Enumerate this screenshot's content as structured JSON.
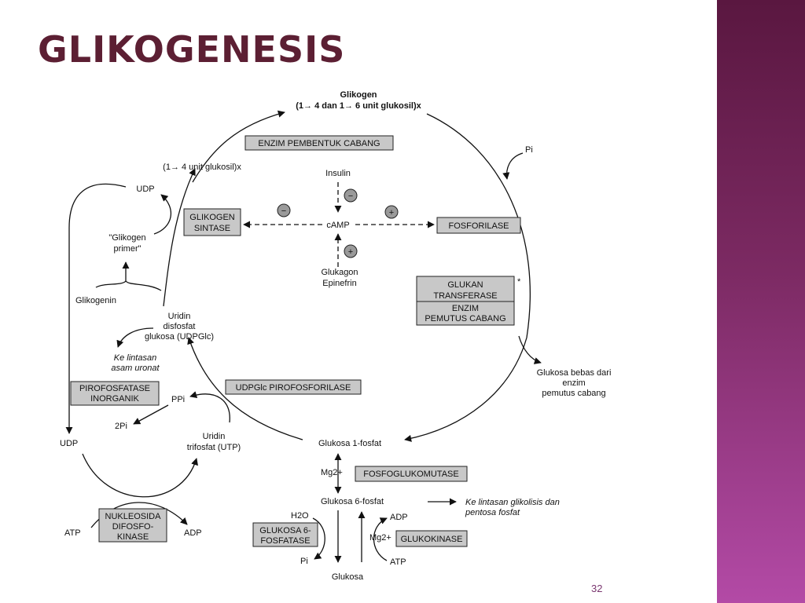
{
  "slide": {
    "title": "GLIKOGENESIS",
    "page_number": "32",
    "colors": {
      "title": "#5c1f33",
      "sidebar_top": "#5a1740",
      "sidebar_bottom": "#b34aa6"
    }
  },
  "diagram": {
    "glikogen": "Glikogen",
    "glikogen_units": "(1→ 4 dan 1→ 6 unit glukosil)x",
    "units_1_4": "(1→ 4 unit glukosil)x",
    "pi_top": "Pi",
    "insulin": "Insulin",
    "camp": "cAMP",
    "glukagon": "Glukagon",
    "epinefrin": "Epinefrin",
    "udp_top": "UDP",
    "glikogen_primer_1": "\"Glikogen",
    "glikogen_primer_2": "primer\"",
    "glikogenin": "Glikogenin",
    "uridin_1": "Uridin",
    "uridin_2": "disfosfat",
    "uridin_3": "glukosa (UDPGlc)",
    "ke_lintasan_1": "Ke lintasan",
    "ke_lintasan_2": "asam uronat",
    "ppi": "PPi",
    "two_pi": "2Pi",
    "udp_bottom": "UDP",
    "utp_1": "Uridin",
    "utp_2": "trifosfat (UTP)",
    "glukosa_1_fosfat": "Glukosa 1-fosfat",
    "mg1": "Mg2+",
    "glukosa_6_fosfat": "Glukosa 6-fosfat",
    "glikolisis_1": "Ke lintasan glikolisis dan",
    "glikolisis_2": "pentosa fosfat",
    "h2o": "H2O",
    "adp_right": "ADP",
    "mg2": "Mg2+",
    "pi_bottom": "Pi",
    "atp_right": "ATP",
    "glukosa": "Glukosa",
    "atp_left": "ATP",
    "adp_left": "ADP",
    "glukosa_bebas_1": "Glukosa bebas dari",
    "glukosa_bebas_2": "enzim",
    "glukosa_bebas_3": "pemutus cabang",
    "star": "*",
    "minus": "−",
    "plus": "+"
  },
  "enzymes": {
    "pembentuk_cabang": "ENZIM PEMBENTUK CABANG",
    "glikogen_sintase_1": "GLIKOGEN",
    "glikogen_sintase_2": "SINTASE",
    "fosforilase": "FOSFORILASE",
    "glukan_1": "GLUKAN",
    "glukan_2": "TRANSFERASE",
    "pemutus_1": "ENZIM",
    "pemutus_2": "PEMUTUS CABANG",
    "pirofosfatase_1": "PIROFOSFATASE",
    "pirofosfatase_2": "INORGANIK",
    "udpglc_pirofosforilase": "UDPGlc PIROFOSFORILASE",
    "fosfoglukomutase": "FOSFOGLUKOMUTASE",
    "nukleosida_1": "NUKLEOSIDA",
    "nukleosida_2": "DIFOSFO-",
    "nukleosida_3": "KINASE",
    "glukosa6_1": "GLUKOSA 6-",
    "glukosa6_2": "FOSFATASE",
    "glukokinase": "GLUKOKINASE"
  }
}
